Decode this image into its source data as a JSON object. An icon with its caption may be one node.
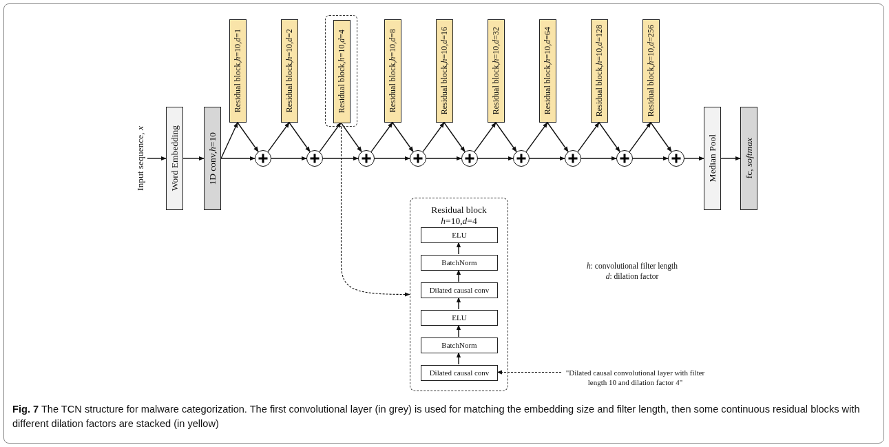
{
  "diagram": {
    "caption": "**Fig. 7** The TCN structure for malware categorization. The first convolutional layer (in grey) is used for matching the embedding size and filter length, then some continuous residual blocks with different dilation factors are stacked (in yellow)",
    "nodes": [
      {
        "text": [
          "Input sequence, *x*"
        ]
      },
      {
        "text": [
          "Word Embedding"
        ]
      },
      {
        "text": [
          "1D conv,*h*=10"
        ]
      },
      {
        "text": [
          "Residual block,*h*=10,*d*=1"
        ]
      },
      {
        "text": [
          "Residual block,*h*=10,*d*=2"
        ]
      },
      {
        "text": [],
        "shape": "box"
      },
      {
        "text": [
          "Residual block,*h*=10,*d*=4"
        ],
        "in": 5
      },
      {
        "text": [
          "Residual block,*h*=10,*d*=8"
        ]
      },
      {
        "text": [
          "Residual block,*h*=10,*d*=16"
        ]
      },
      {
        "text": [
          "Residual block,*h*=10,*d*=32"
        ]
      },
      {
        "text": [
          "Residual block,*h*=10,*d*=64"
        ]
      },
      {
        "text": [
          "Residual block,*h*=10,*d*=128"
        ]
      },
      {
        "text": [
          "Residual block,*h*=10,*d*=256"
        ]
      },
      {
        "text": [],
        "shape": "circle"
      },
      {
        "text": [],
        "shape": "circle"
      },
      {
        "text": [],
        "shape": "circle"
      },
      {
        "text": [],
        "shape": "circle"
      },
      {
        "text": [],
        "shape": "circle"
      },
      {
        "text": [],
        "shape": "circle"
      },
      {
        "text": [],
        "shape": "circle"
      },
      {
        "text": [],
        "shape": "circle"
      },
      {
        "text": [],
        "shape": "circle"
      },
      {
        "text": [
          "Median Pool"
        ]
      },
      {
        "text": [
          "fc, *softmax*"
        ]
      },
      {
        "text": [
          "Residual block",
          "*h*=10,*d*=4"
        ]
      },
      {
        "text": [
          "ELU"
        ],
        "in": 24
      },
      {
        "text": [
          "BatchNorm"
        ],
        "in": 24
      },
      {
        "text": [
          "Dilated causal conv"
        ],
        "in": 24
      },
      {
        "text": [
          "ELU"
        ],
        "in": 24
      },
      {
        "text": [
          "BatchNorm"
        ],
        "in": 24
      },
      {
        "text": [
          "Dilated causal conv"
        ],
        "in": 24
      },
      {
        "text": [
          "\"Dilated causal convolutional layer with filter length 10 and dilation factor 4\""
        ]
      }
    ],
    "edges": [
      {
        "from": 0,
        "to": 1,
        "arrow": "to"
      },
      {
        "from": 1,
        "to": 2,
        "arrow": "to"
      },
      {
        "from": 2,
        "to": 13,
        "arrow": "to"
      },
      {
        "from": 2,
        "to": 3,
        "arrow": "to"
      },
      {
        "from": 3,
        "to": 13,
        "arrow": "to"
      },
      {
        "from": 13,
        "to": 14,
        "arrow": "to"
      },
      {
        "from": 13,
        "to": 4,
        "arrow": "to"
      },
      {
        "from": 4,
        "to": 14,
        "arrow": "to"
      },
      {
        "from": 14,
        "to": 15,
        "arrow": "to"
      },
      {
        "from": 14,
        "to": 6,
        "arrow": "to"
      },
      {
        "from": 6,
        "to": 15,
        "arrow": "to"
      },
      {
        "from": 15,
        "to": 16,
        "arrow": "to"
      },
      {
        "from": 15,
        "to": 7,
        "arrow": "to"
      },
      {
        "from": 7,
        "to": 16,
        "arrow": "to"
      },
      {
        "from": 16,
        "to": 17,
        "arrow": "to"
      },
      {
        "from": 16,
        "to": 8,
        "arrow": "to"
      },
      {
        "from": 8,
        "to": 17,
        "arrow": "to"
      },
      {
        "from": 17,
        "to": 18,
        "arrow": "to"
      },
      {
        "from": 17,
        "to": 9,
        "arrow": "to"
      },
      {
        "from": 9,
        "to": 18,
        "arrow": "to"
      },
      {
        "from": 18,
        "to": 19,
        "arrow": "to"
      },
      {
        "from": 18,
        "to": 10,
        "arrow": "to"
      },
      {
        "from": 10,
        "to": 19,
        "arrow": "to"
      },
      {
        "from": 19,
        "to": 20,
        "arrow": "to"
      },
      {
        "from": 19,
        "to": 11,
        "arrow": "to"
      },
      {
        "from": 11,
        "to": 20,
        "arrow": "to"
      },
      {
        "from": 20,
        "to": 21,
        "arrow": "to"
      },
      {
        "from": 20,
        "to": 12,
        "arrow": "to"
      },
      {
        "from": 12,
        "to": 21,
        "arrow": "to"
      },
      {
        "from": 21,
        "to": 22,
        "arrow": "to"
      },
      {
        "from": 22,
        "to": 23,
        "arrow": "to"
      },
      {
        "from": 5,
        "to": 24,
        "arrow": "to",
        "style": "dashed"
      },
      {
        "from": 30,
        "to": 29,
        "arrow": "to"
      },
      {
        "from": 29,
        "to": 28,
        "arrow": "to"
      },
      {
        "from": 28,
        "to": 27,
        "arrow": "to"
      },
      {
        "from": 27,
        "to": 26,
        "arrow": "to"
      },
      {
        "from": 26,
        "to": 25,
        "arrow": "to"
      },
      {
        "from": 31,
        "to": 30,
        "arrow": "to",
        "style": "dashed"
      }
    ],
    "labels": [
      "*h*: convolutional filter length",
      "*d*: dilation factor"
    ]
  }
}
